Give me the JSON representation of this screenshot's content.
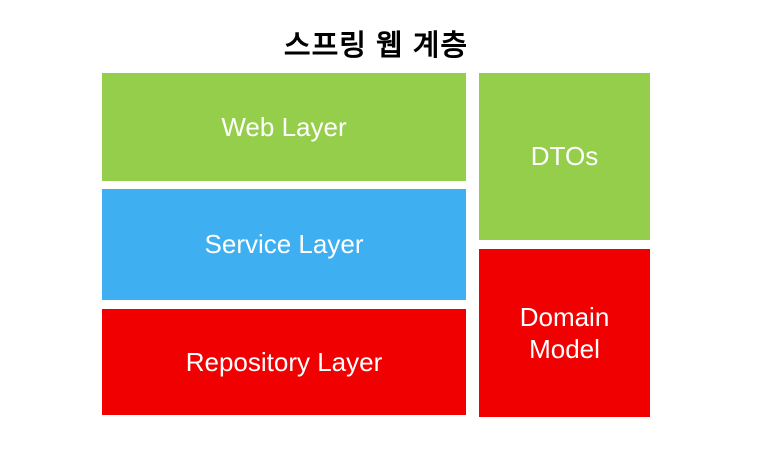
{
  "title": "스프링 웹 계층",
  "colors": {
    "green": "#95CE4B",
    "blue": "#3EAFF0",
    "red": "#F00000",
    "label_text": "#FFFFFF",
    "title_text": "#000000"
  },
  "diagram": {
    "left_column": [
      {
        "label": "Web Layer",
        "fill": "#95CE4B"
      },
      {
        "label": "Service Layer",
        "fill": "#3EAFF0"
      },
      {
        "label": "Repository Layer",
        "fill": "#F00000"
      }
    ],
    "right_column": [
      {
        "label": "DTOs",
        "fill": "#95CE4B"
      },
      {
        "label": "Domain Model",
        "fill": "#F00000"
      }
    ]
  }
}
